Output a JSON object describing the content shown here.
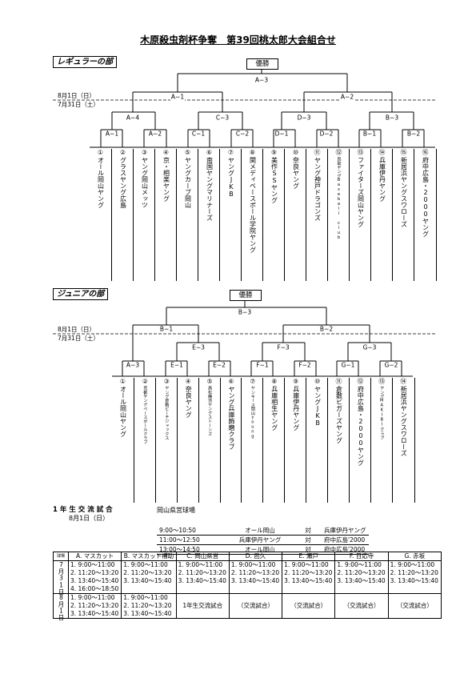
{
  "title": "木原殺虫剤杯争奪　第39回桃太郎大会組合せ",
  "regular": {
    "label": "レギュラーの部",
    "champion": "優勝",
    "date_upper": "8月1日（日）",
    "date_lower": "7月31日（土）",
    "final_label": "A−3",
    "semi": [
      "A−1",
      "A−2"
    ],
    "quarter": [
      "A−4",
      "C−3",
      "D−3",
      "B−3"
    ],
    "round1": [
      "A−1",
      "A−2",
      "C−1",
      "C−2",
      "D−1",
      "D−2",
      "B−1",
      "B−2"
    ],
    "teams": [
      {
        "no": "①",
        "name": "オール岡山ヤング"
      },
      {
        "no": "②",
        "name": "グラスヤング広島"
      },
      {
        "no": "③",
        "name": "ヤング岡山メッツ"
      },
      {
        "no": "④",
        "name": "京・相楽ヤング"
      },
      {
        "no": "⑤",
        "name": "ヤングカーブ岡山"
      },
      {
        "no": "⑥",
        "name": "南国ヤングマリナーズ"
      },
      {
        "no": "⑦",
        "name": "ヤングJKB"
      },
      {
        "no": "⑧",
        "name": "関メディベースボール学院ヤング"
      },
      {
        "no": "⑨",
        "name": "美作SSヤング"
      },
      {
        "no": "⑩",
        "name": "奈良ヤング"
      },
      {
        "no": "⑪",
        "name": "ヤング神戸ドラゴンズ"
      },
      {
        "no": "⑫",
        "name": "鳥取ヤングBaseball club"
      },
      {
        "no": "⑬",
        "name": "ファイターズ岡山ヤング"
      },
      {
        "no": "⑭",
        "name": "兵庫伊丹ヤング"
      },
      {
        "no": "⑮",
        "name": "新居浜ヤングスワローズ"
      },
      {
        "no": "⑯",
        "name": "府中広島・2000ヤング"
      }
    ]
  },
  "junior": {
    "label": "ジュニアの部",
    "champion": "優勝",
    "date_upper": "8月1日（日）",
    "date_lower": "7月31日（土）",
    "final_label": "B−3",
    "semi": [
      "B−1",
      "B−2"
    ],
    "quarter": [
      "E−3",
      "F−3",
      "G−3"
    ],
    "round1": [
      "A−3",
      "E−1",
      "E−2",
      "F−1",
      "F−2",
      "G−1",
      "G−2"
    ],
    "teams": [
      {
        "no": "①",
        "name": "オール岡山ヤング"
      },
      {
        "no": "②",
        "name": "京都ヤングベースボールクラブ"
      },
      {
        "no": "③",
        "name": "ヤング倉敷ビーチジャックス"
      },
      {
        "no": "④",
        "name": "奈良ヤング"
      },
      {
        "no": "⑤",
        "name": "高松庵治ヤングストーンズ"
      },
      {
        "no": "⑥",
        "name": "ヤング兵庫飾磨クラブ"
      },
      {
        "no": "⑦",
        "name": "ヤンキース岡山young"
      },
      {
        "no": "⑧",
        "name": "兵庫相生ヤング"
      },
      {
        "no": "⑨",
        "name": "兵庫伊丹ヤング"
      },
      {
        "no": "⑩",
        "name": "ヤングJKB"
      },
      {
        "no": "⑪",
        "name": "倉敷ビガーズヤング"
      },
      {
        "no": "⑫",
        "name": "府中広島・2000ヤング"
      },
      {
        "no": "⑬",
        "name": "ヤングMAKIBIクラブ"
      },
      {
        "no": "⑭",
        "name": "新居浜ヤングスワローズ"
      }
    ]
  },
  "exchange": {
    "heading": "1 年 生 交 流 試 合",
    "date": "8月1日（日）",
    "venue": "岡山県営球場",
    "games": [
      {
        "time": "9:00〜10:50",
        "home": "オール岡山",
        "vs": "対",
        "away": "兵庫伊丹ヤング"
      },
      {
        "time": "11:00〜12:50",
        "home": "兵庫伊丹ヤング",
        "vs": "対",
        "away": "府中広島'2000"
      },
      {
        "time": "13:00〜14:50",
        "home": "オール岡山",
        "vs": "対",
        "away": "府中広島'2000"
      }
    ]
  },
  "schedule": {
    "header": [
      "球場",
      "A. マスカット",
      "B. マスカット補助",
      "C. 岡山県営",
      "D. 邑久",
      "E. 瀬戸",
      "F. 日応寺",
      "G. 赤坂"
    ],
    "day1_label": "7月31日",
    "day1": [
      [
        "1. 9:00〜11:00",
        "1. 9:00〜11:00",
        "1. 9:00〜11:00",
        "1. 9:00〜11:00",
        "1. 9:00〜11:00",
        "1. 9:00〜11:00",
        "1. 9:00〜11:00"
      ],
      [
        "2. 11:20〜13:20",
        "2. 11:20〜13:20",
        "2. 11:20〜13:20",
        "2. 11:20〜13:20",
        "2. 11:20〜13:20",
        "2. 11:20〜13:20",
        "2. 11:20〜13:20"
      ],
      [
        "3. 13:40〜15:40",
        "3. 13:40〜15:40",
        "3. 13:40〜15:40",
        "3. 13:40〜15:40",
        "3. 13:40〜15:40",
        "3. 13:40〜15:40",
        "3. 13:40〜15:40"
      ],
      [
        "4. 16:00〜18:50",
        "",
        "",
        "",
        "",
        "",
        ""
      ]
    ],
    "day2_label": "8月1日",
    "day2": [
      [
        "1. 9:00〜11:00",
        "1. 9:00〜11:00",
        "",
        "",
        "",
        "",
        ""
      ],
      [
        "2. 11:20〜13:20",
        "2. 11:20〜13:20",
        "1年生交流試合",
        "（交流試合）",
        "（交流試合）",
        "（交流試合）",
        "（交流試合）"
      ],
      [
        "3. 13:40〜15:40",
        "3. 13:40〜15:40",
        "",
        "",
        "",
        "",
        ""
      ]
    ]
  }
}
